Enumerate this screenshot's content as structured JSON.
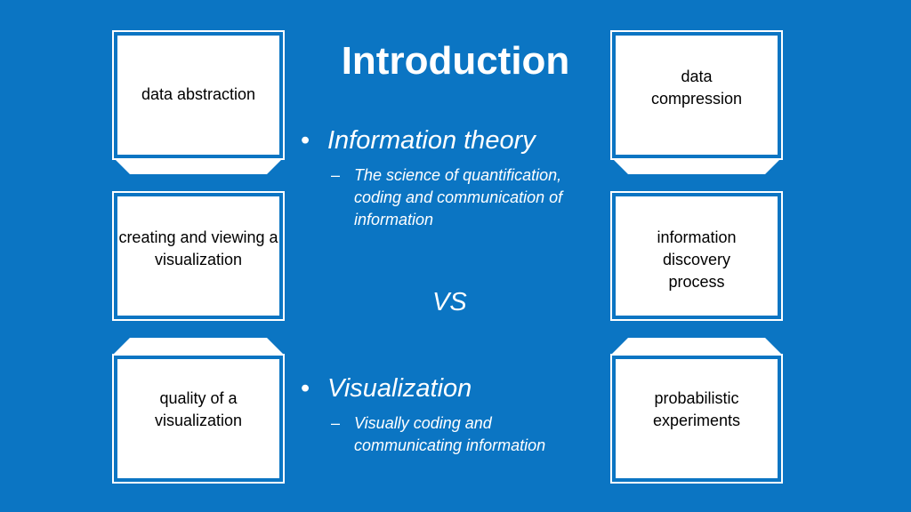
{
  "slide": {
    "title": "Introduction",
    "bullet1": "Information theory",
    "bullet1_sub": "The science of quantification, coding and communication of information",
    "vs": "VS",
    "bullet2": "Visualization",
    "bullet2_sub": "Visually coding and communicating information",
    "bullet_char": "•",
    "dash_char": "–"
  },
  "cards": {
    "left_top": "data abstraction",
    "left_mid": "creating and viewing a visualization",
    "left_bottom": "quality of a visualization",
    "right_top": "data compression",
    "right_mid": "information discovery process",
    "right_bottom": "probabilistic experiments"
  },
  "colors": {
    "background": "#0b75c3",
    "card_border": "#ffffff",
    "text_light": "#ffffff",
    "text_dark": "#000000"
  }
}
